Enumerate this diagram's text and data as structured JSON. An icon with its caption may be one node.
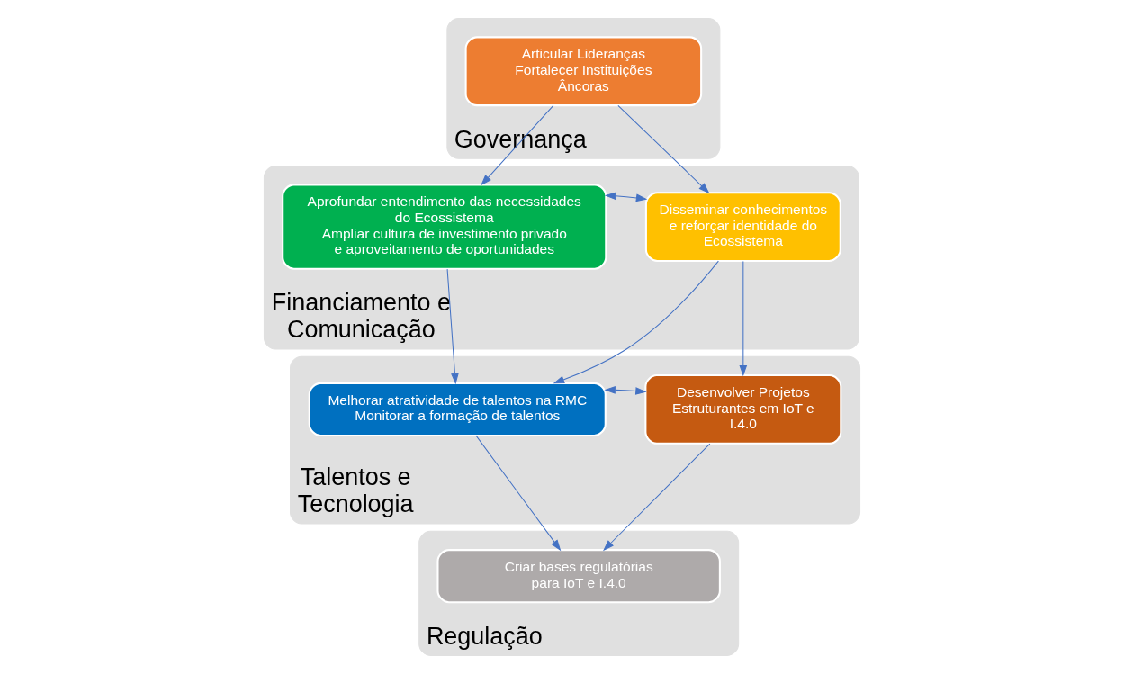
{
  "diagram": {
    "nodes": [
      {
        "text": [
          "Governança"
        ]
      },
      {
        "text": [
          "Articular Lideranças",
          "Fortalecer Instituições Âncoras"
        ],
        "in": 0
      },
      {
        "text": [
          "Financiamento e Comunicação"
        ]
      },
      {
        "text": [
          "Aprofundar entendimento das necessidades do Ecossistema",
          "Ampliar cultura de investimento privado e aproveitamento de oportunidades"
        ],
        "in": 2
      },
      {
        "text": [
          "Disseminar conhecimentos e reforçar identidade do Ecossistema"
        ],
        "in": 2
      },
      {
        "text": [
          "Talentos e Tecnologia"
        ]
      },
      {
        "text": [
          "Melhorar atratividade de talentos na RMC",
          "Monitorar a formação de talentos"
        ],
        "in": 5
      },
      {
        "text": [
          "Desenvolver Projetos Estruturantes em IoT e I.4.0"
        ],
        "in": 5
      },
      {
        "text": [
          "Regulação"
        ]
      },
      {
        "text": [
          "Criar bases regulatórias para IoT e I.4.0"
        ],
        "in": 8
      }
    ],
    "edges": [
      {
        "from": 1,
        "to": 3,
        "arrow": "to"
      },
      {
        "from": 1,
        "to": 4,
        "arrow": "to"
      },
      {
        "from": 3,
        "to": 4,
        "arrow": "both"
      },
      {
        "from": 3,
        "to": 6,
        "arrow": "to"
      },
      {
        "from": 4,
        "to": 6,
        "arrow": "to"
      },
      {
        "from": 4,
        "to": 7,
        "arrow": "to"
      },
      {
        "from": 6,
        "to": 7,
        "arrow": "both"
      },
      {
        "from": 6,
        "to": 9,
        "arrow": "to"
      },
      {
        "from": 7,
        "to": 9,
        "arrow": "to"
      }
    ]
  }
}
